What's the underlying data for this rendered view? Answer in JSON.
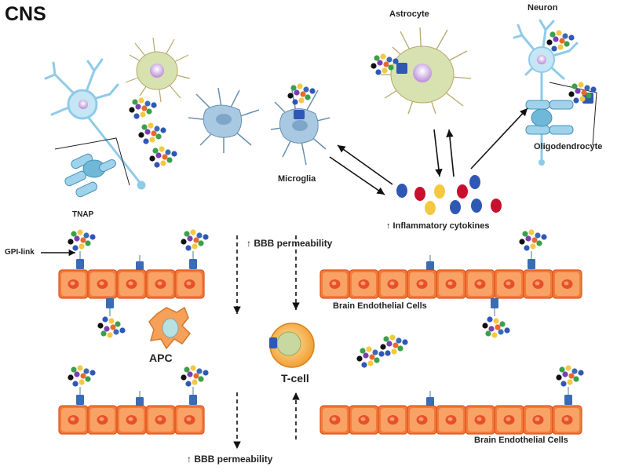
{
  "title": "CNS",
  "labels": {
    "astrocyte": "Astrocyte",
    "neuron": "Neuron",
    "oligodendrocyte": "Oligodendrocyte",
    "microglia": "Microglia",
    "cytokines": "↑ Inflammatory cytokines",
    "tnap": "TNAP",
    "gpi_link": "GPI-link",
    "bbb_top": "↑ BBB permeability",
    "bbb_bottom": "↑ BBB permeability",
    "endothelial_top": "Brain Endothelial Cells",
    "endothelial_bottom": "Brain Endothelial Cells",
    "apc": "APC",
    "tcell": "T-cell"
  },
  "colors": {
    "endothelial_fill": "#f47a3a",
    "endothelial_light": "#fbb87e",
    "endothelial_nucleus": "#e8502a",
    "anchor_blue": "#3a6bb5",
    "neuron_blue": "#8ecbe8",
    "glia_blue": "#9fbfd9",
    "astrocyte_green": "#d7e2b0",
    "nucleus_purple": "#c9a6e0",
    "cytokine_blue": "#2f57b5",
    "cytokine_red": "#c8102e",
    "cytokine_yellow": "#f5c842",
    "apc_orange": "#f6a05a",
    "tcell_orange": "#f3a640"
  },
  "tnap_bead_colors": [
    "#2f57b5",
    "#f5c842",
    "#3aa04a",
    "#e86a2a",
    "#7a3fb0",
    "#111111",
    "#3a6bb5"
  ]
}
